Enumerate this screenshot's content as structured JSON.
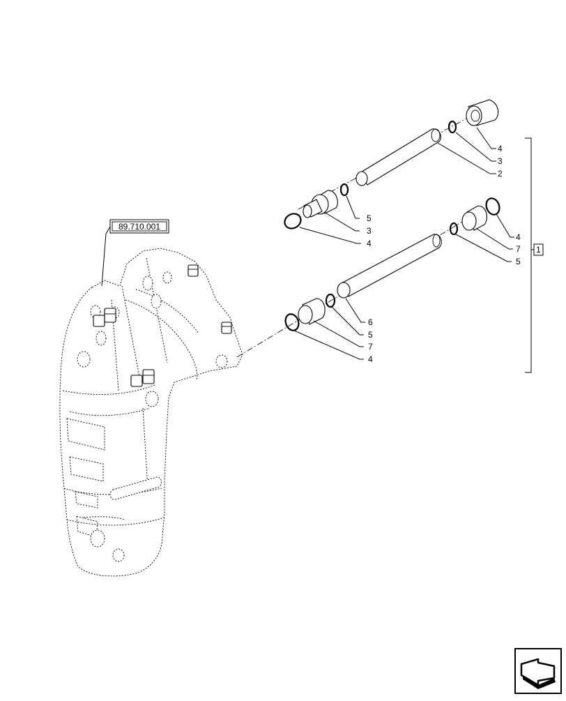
{
  "diagram": {
    "reference_box": "89.710.001",
    "group_label": "1",
    "callouts": {
      "upper_pin": [
        "4",
        "3",
        "2"
      ],
      "upper_left": [
        "5",
        "3",
        "4"
      ],
      "right_group": [
        "4",
        "7",
        "5"
      ],
      "lower_group": [
        "6",
        "5",
        "7",
        "4"
      ]
    },
    "nav_icon": "arrow-navigation-icon"
  }
}
